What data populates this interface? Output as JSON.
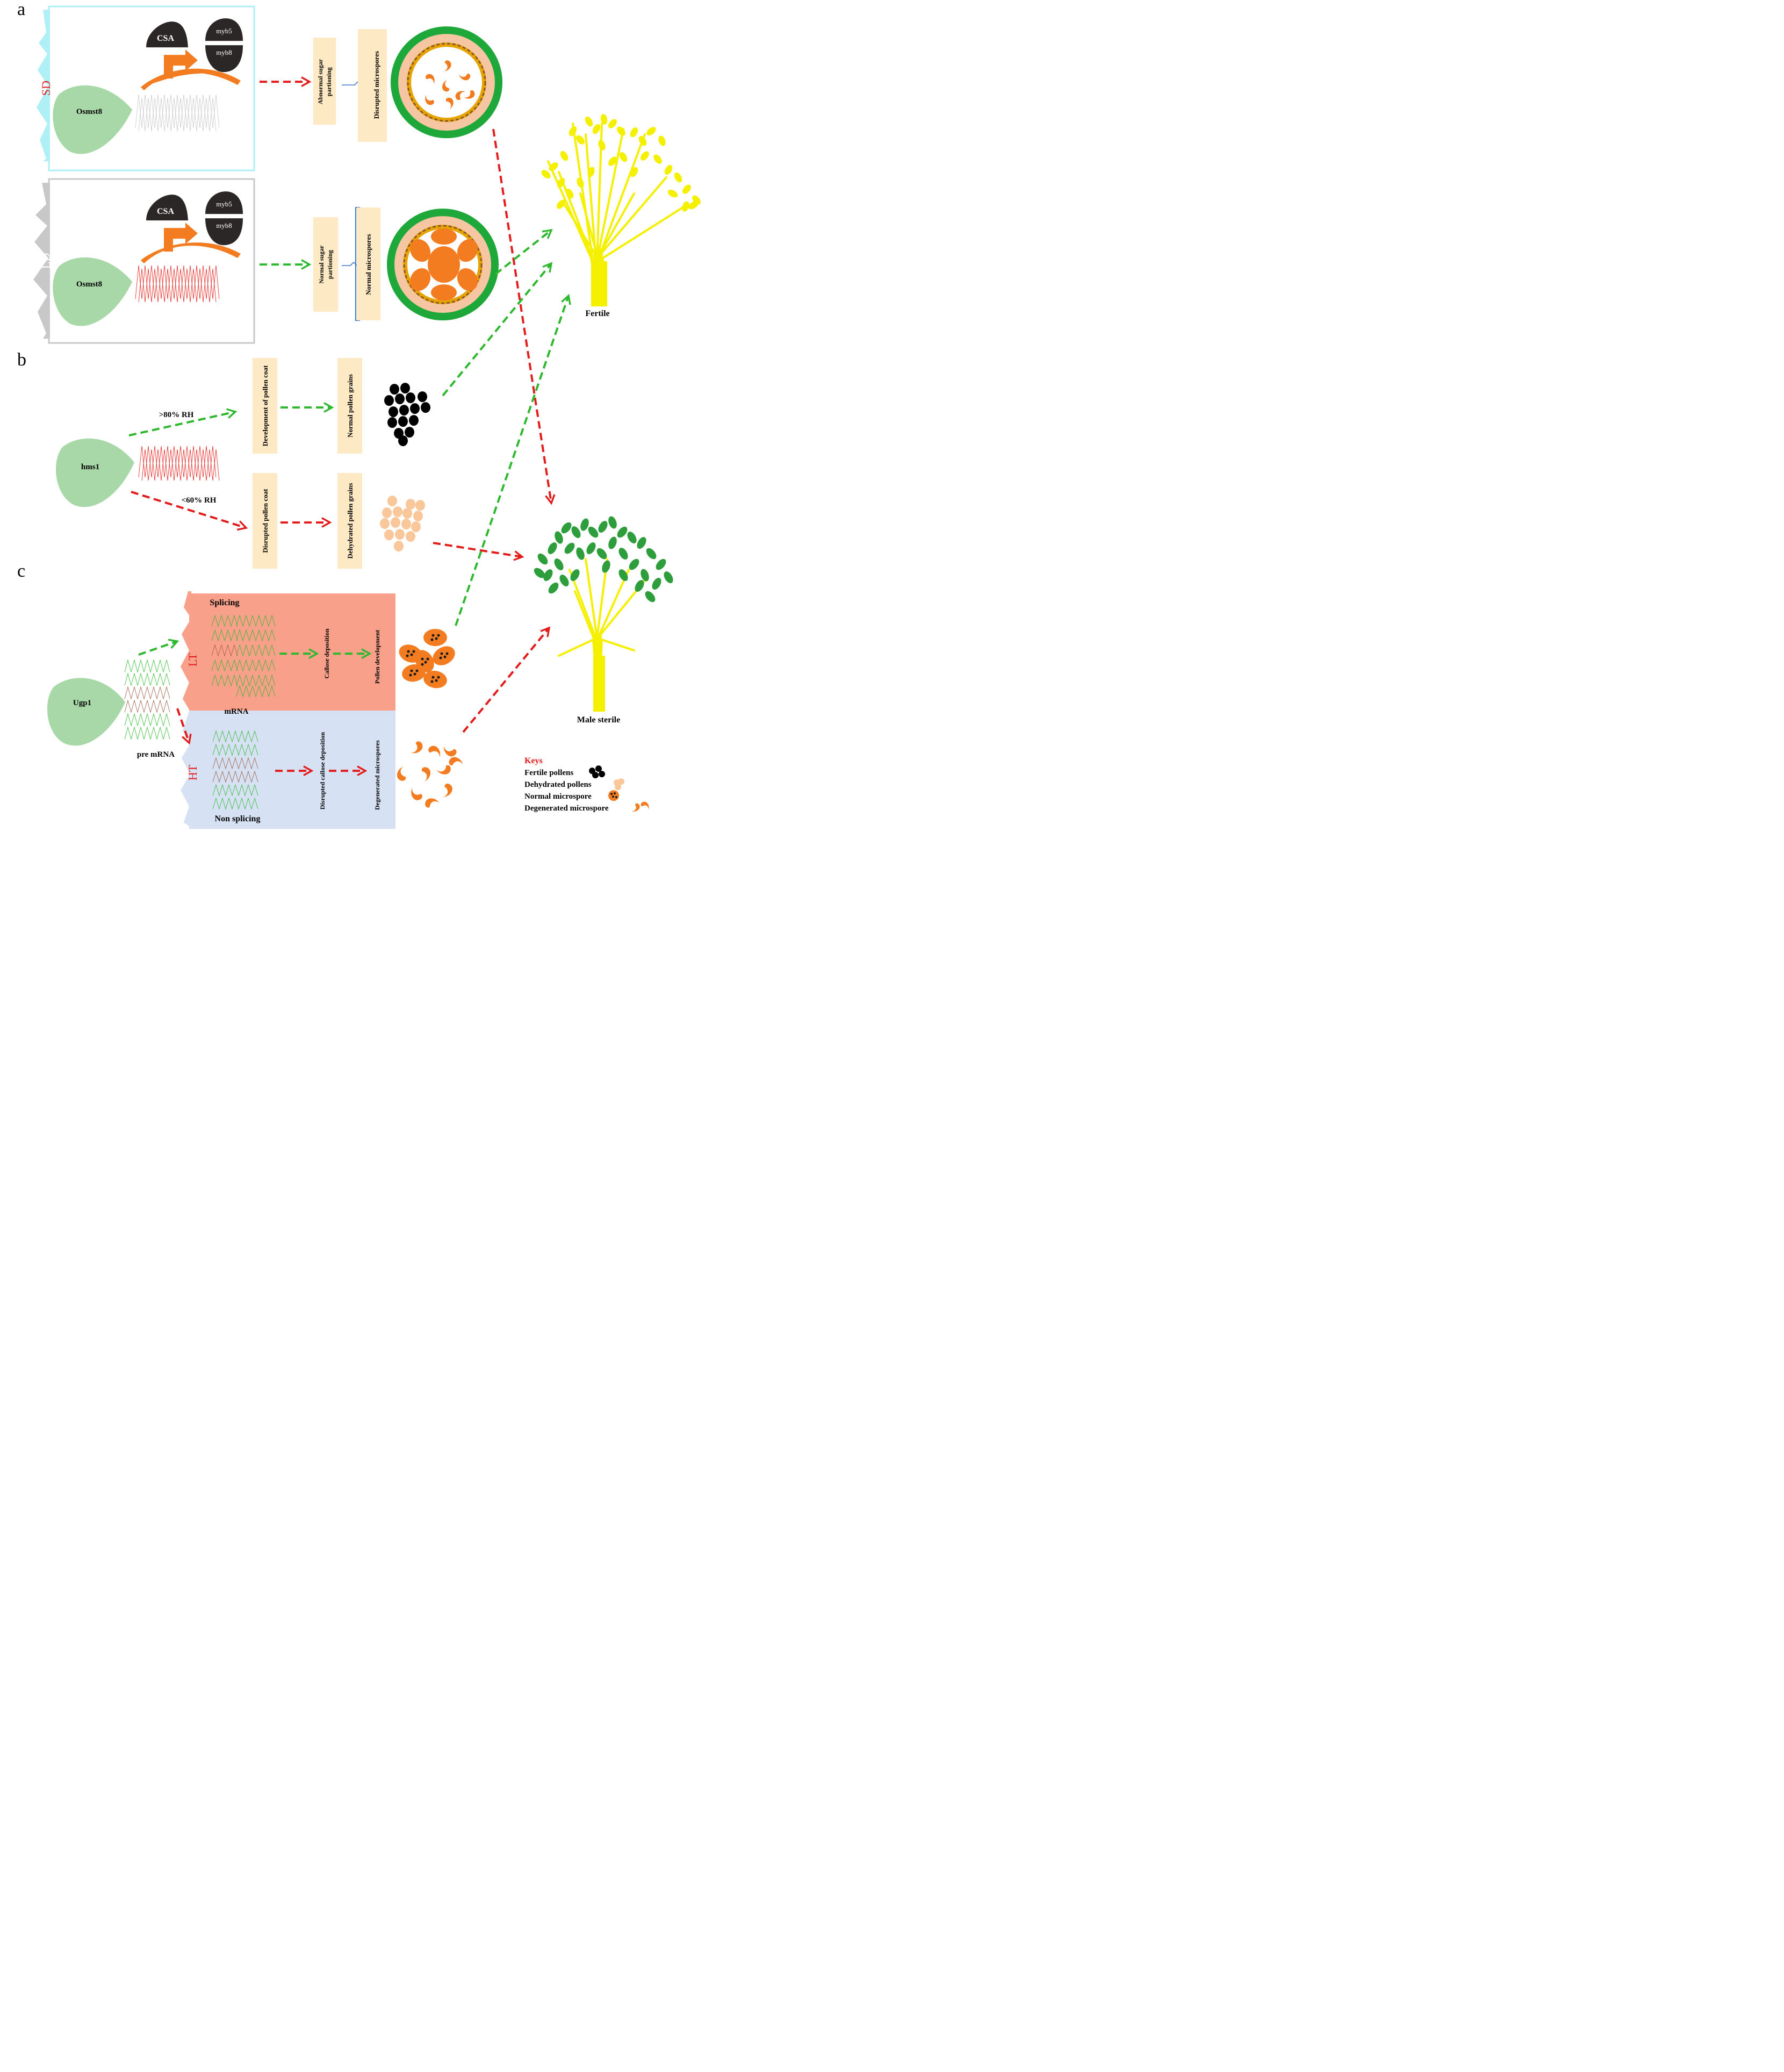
{
  "panels": {
    "a": "a",
    "b": "b",
    "c": "c"
  },
  "panel_a": {
    "top": {
      "condition": "SD",
      "gene": "Osmst8",
      "regulator": "CSA",
      "targets": [
        "myb5",
        "myb8"
      ],
      "partitioning": [
        "Abnormal sugar",
        "partioning"
      ],
      "microspores": "Disrupted microspores"
    },
    "bottom": {
      "condition": "LD",
      "gene": "Osmst8",
      "regulator": "CSA",
      "targets": [
        "myb5",
        "myb8"
      ],
      "partitioning": [
        "Normal sugar",
        "partioning"
      ],
      "microspores": "Normal microspores"
    }
  },
  "panel_b": {
    "gene": "hms1",
    "high_rh": ">80% RH",
    "low_rh": "<60% RH",
    "coat_normal": "Development of pollen coat",
    "grains_normal": "Normal pollen grains",
    "coat_disrupted": "Disrupted pollen coat",
    "grains_dehydrated": "Dehydrated pollen grains"
  },
  "panel_c": {
    "gene": "Ugp1",
    "pre_mrna": "pre mRNA",
    "lt": "LT",
    "ht": "HT",
    "splicing": "Splicing",
    "mrna": "mRNA",
    "non_splicing": "Non splicing",
    "callose": "Callose deposition",
    "pollen_dev": "Pollen development",
    "callose_disrupted": "Disrupted callose deposition",
    "degenerated": "Degenerated microspores"
  },
  "outcomes": {
    "fertile": "Fertile",
    "male_sterile": "Male sterile"
  },
  "keys": {
    "title": "Keys",
    "items": [
      "Fertile pollens",
      "Dehydrated pollens",
      "Normal microspore",
      "Degenerated microspore"
    ]
  },
  "colors": {
    "sd_box": "#aef0f5",
    "ld_box": "#c8c8c8",
    "leaf": "#a8d8a8",
    "dark": "#2b2726",
    "orange": "#f47c20",
    "label_bg": "#fde9c4",
    "green_arrow": "#2db82d",
    "red_arrow": "#e31b1b",
    "anther_green": "#1fa83a",
    "lt_bg": "#f8a08a",
    "ht_bg": "#d6e2f4",
    "plant_yellow": "#f5f000",
    "sterile_leaf": "#2e9e3c",
    "blue_bracket": "#3b78c8"
  }
}
